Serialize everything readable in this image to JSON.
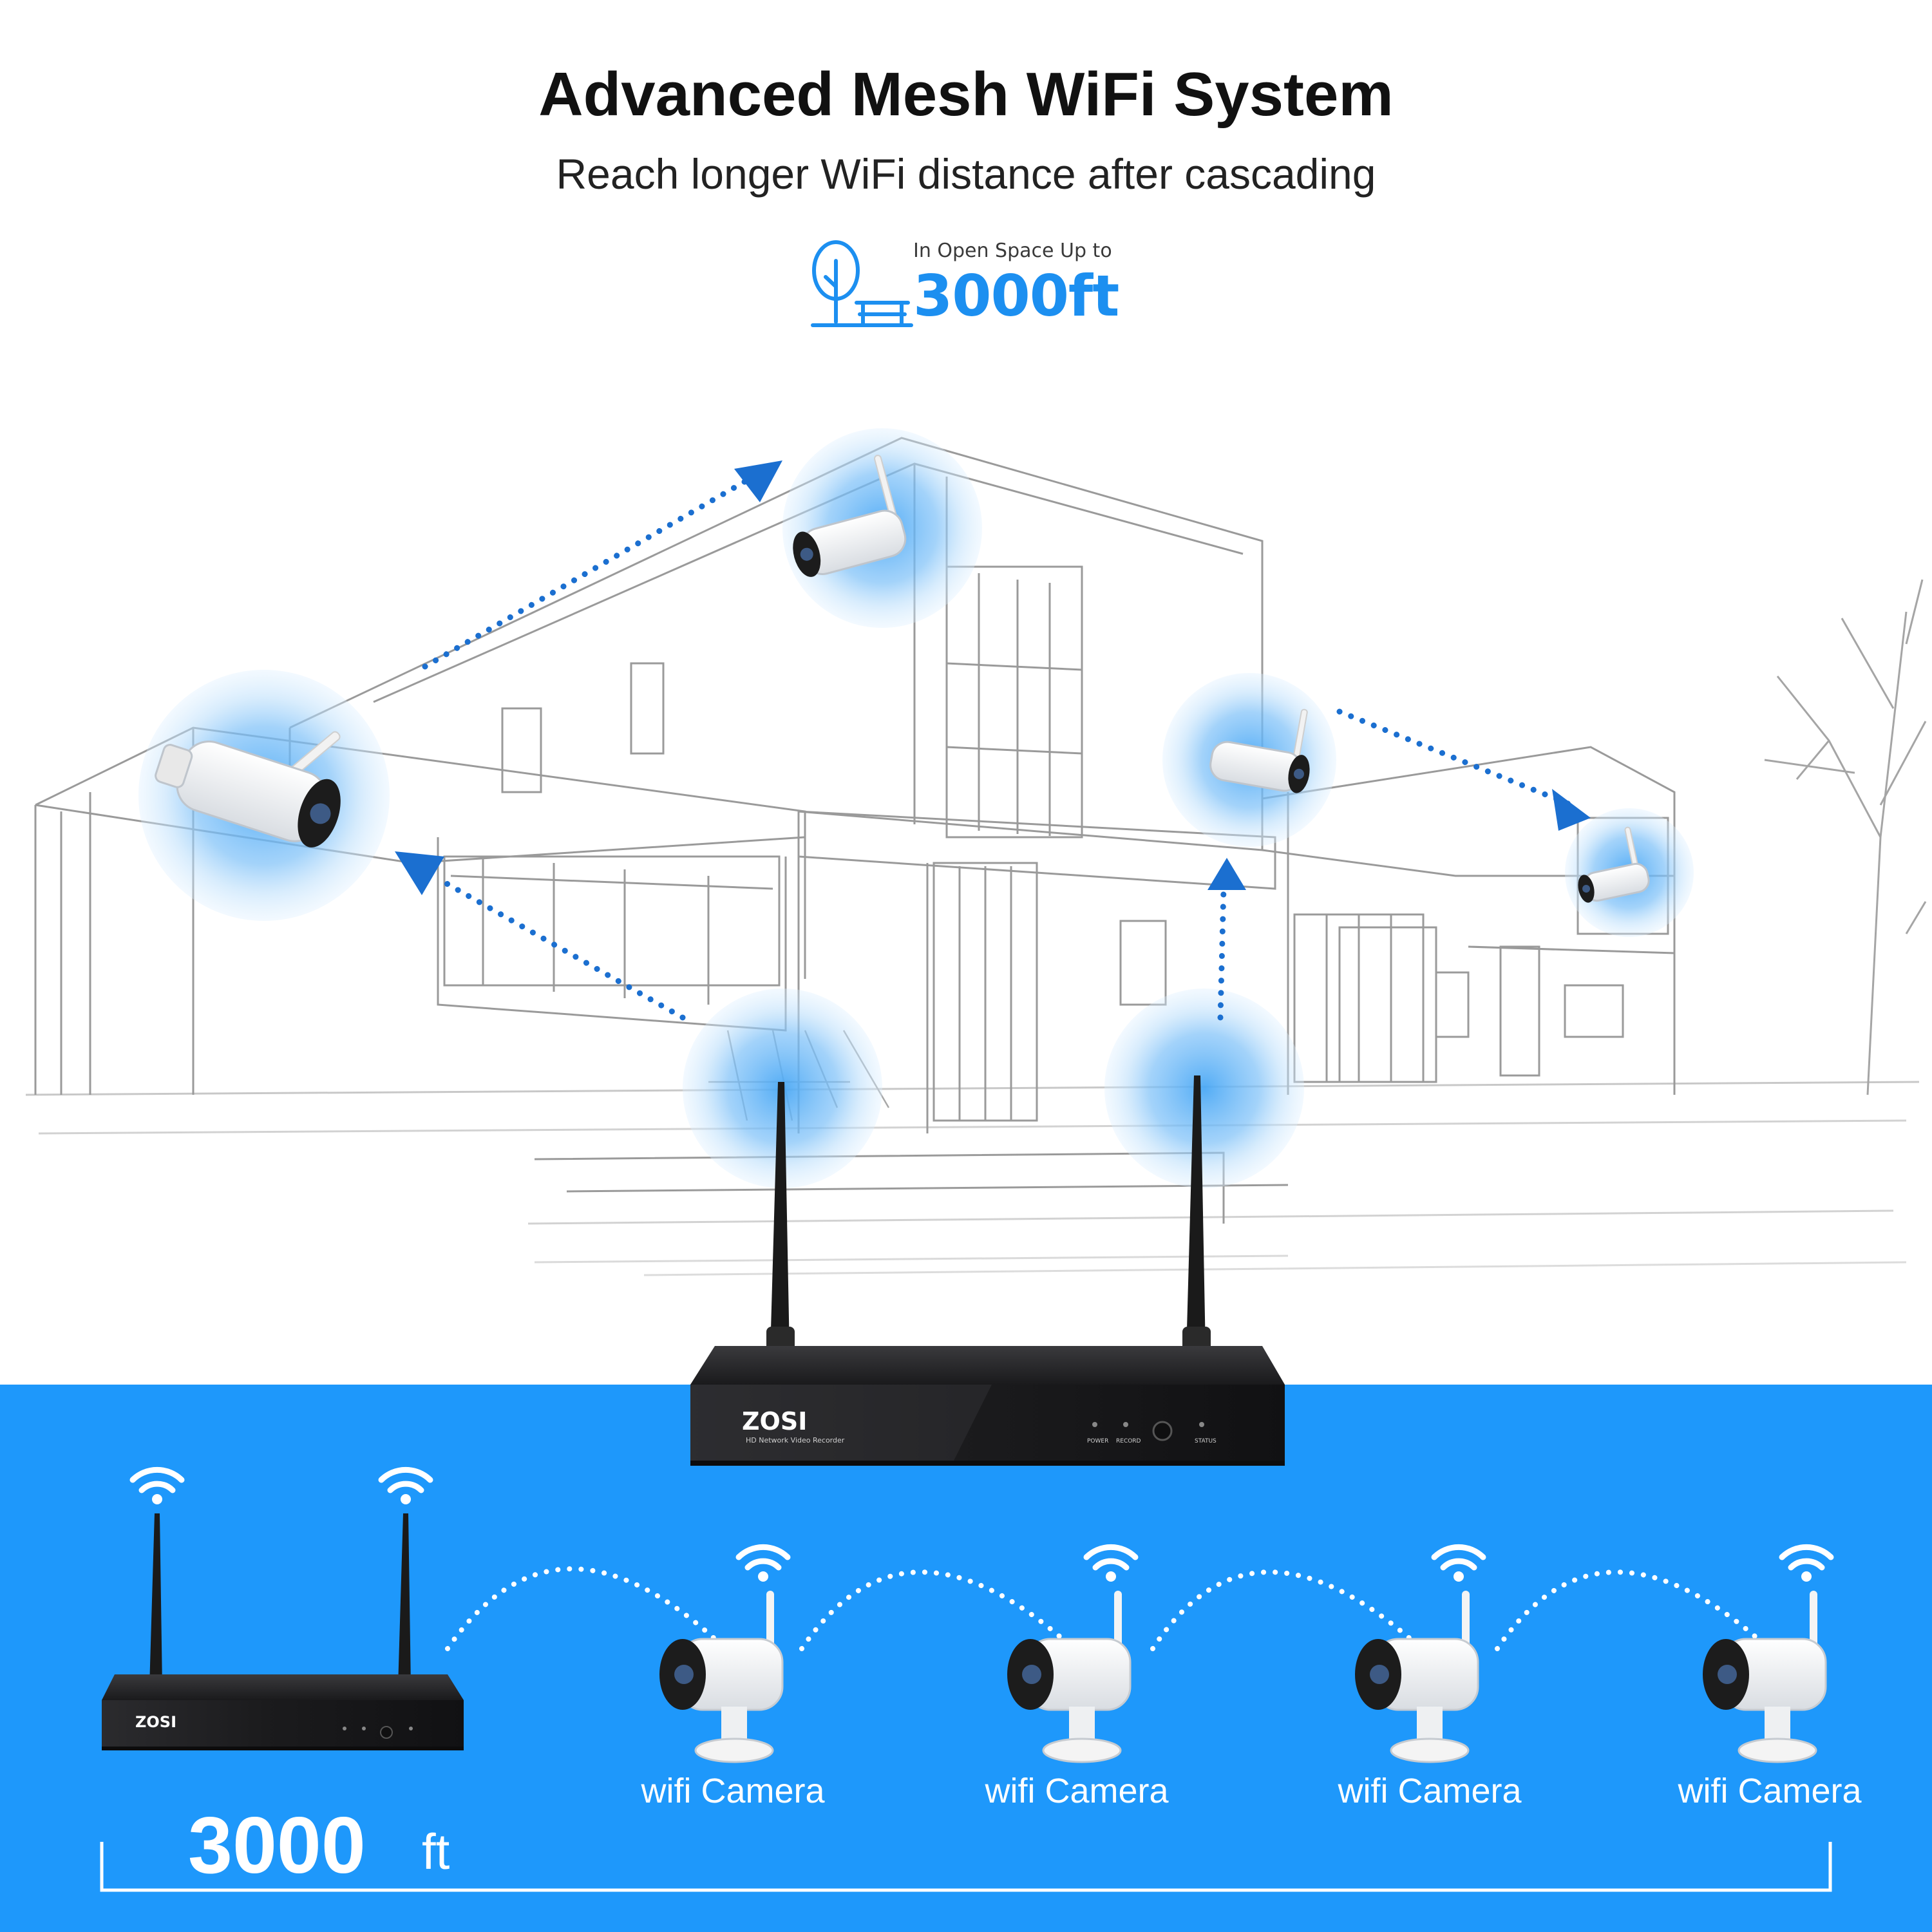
{
  "header": {
    "title": "Advanced Mesh WiFi System",
    "subtitle": "Reach longer WiFi distance after cascading"
  },
  "range_badge": {
    "caption": "In Open Space Up to",
    "value": "3000ft",
    "icon": "tree-bench-icon"
  },
  "nvr": {
    "brand": "ZOSI",
    "model": "HD Network Video Recorder",
    "indicators": [
      "POWER",
      "RECORD",
      "STATUS"
    ]
  },
  "cascade": {
    "cameras": [
      {
        "label": "wifi Camera"
      },
      {
        "label": "wifi Camera"
      },
      {
        "label": "wifi Camera"
      },
      {
        "label": "wifi Camera"
      }
    ],
    "distance_value": "3000",
    "distance_unit": "ft"
  },
  "colors": {
    "accent": "#1c8ff0",
    "panel": "#1e98fb",
    "device": "#1d1d1f",
    "white": "#ffffff"
  }
}
